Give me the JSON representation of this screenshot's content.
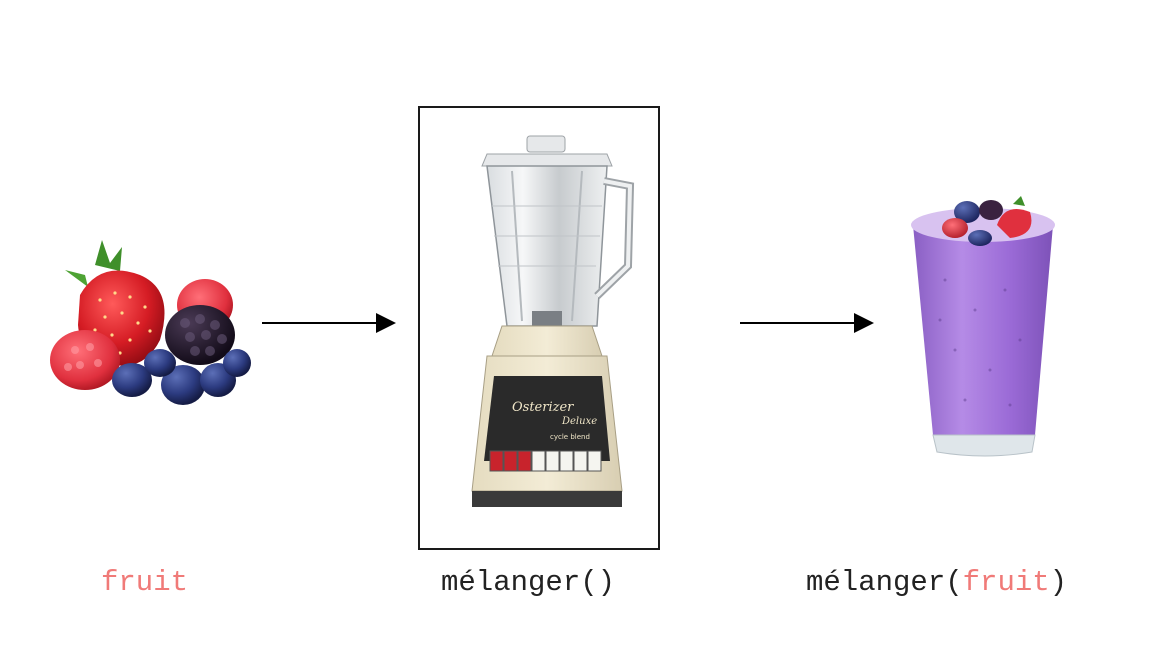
{
  "labels": {
    "input_var": "fruit",
    "function_call": "mélanger()",
    "applied_func": "mélanger(",
    "applied_arg": "fruit",
    "applied_close": ")"
  },
  "colors": {
    "variable": "#f07a78",
    "text": "#222222",
    "arrow": "#000000",
    "frame": "#1a1a1a"
  },
  "images": {
    "input": "berries-photo",
    "function": "blender-photo",
    "output": "berry-smoothie-photo"
  },
  "blender_brand": {
    "name": "Osterizer",
    "model": "Deluxe",
    "mode": "cycle blend"
  }
}
